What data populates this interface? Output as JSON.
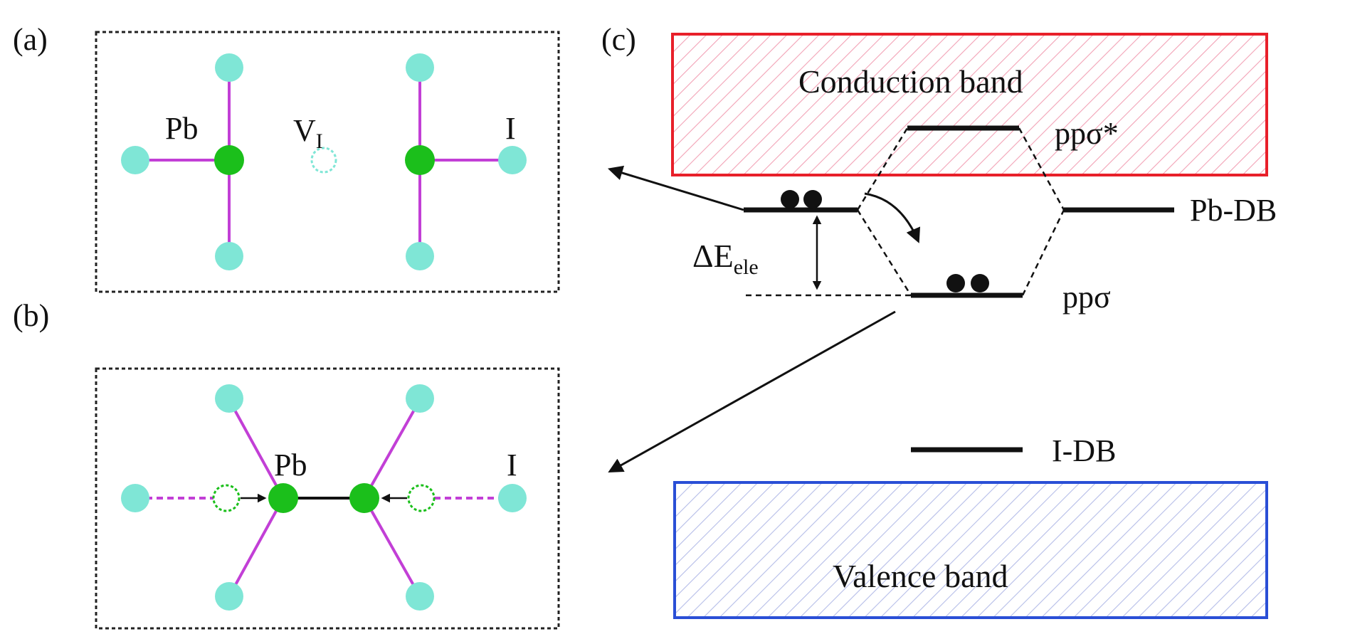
{
  "panels": {
    "a": {
      "tag": "(a)",
      "pb_label": "Pb",
      "vacancy_label": "V",
      "vacancy_subscript": "I",
      "iodine_label": "I"
    },
    "b": {
      "tag": "(b)",
      "pb_label": "Pb",
      "iodine_label": "I"
    },
    "c": {
      "tag": "(c)",
      "conduction_band": "Conduction band",
      "valence_band": "Valence band",
      "pp_sigma_star": "ppσ*",
      "pp_sigma": "ppσ",
      "pb_db": "Pb-DB",
      "i_db": "I-DB",
      "delta_e_symbol": "ΔE",
      "delta_e_subscript": "ele"
    }
  },
  "colors": {
    "pb_atom": "#1bbf1b",
    "iodine_atom": "#7fe6d6",
    "bond": "#c23fd6",
    "conduction_band": "#e8202a",
    "valence_band": "#2a4fd6",
    "frame": "#222222"
  }
}
